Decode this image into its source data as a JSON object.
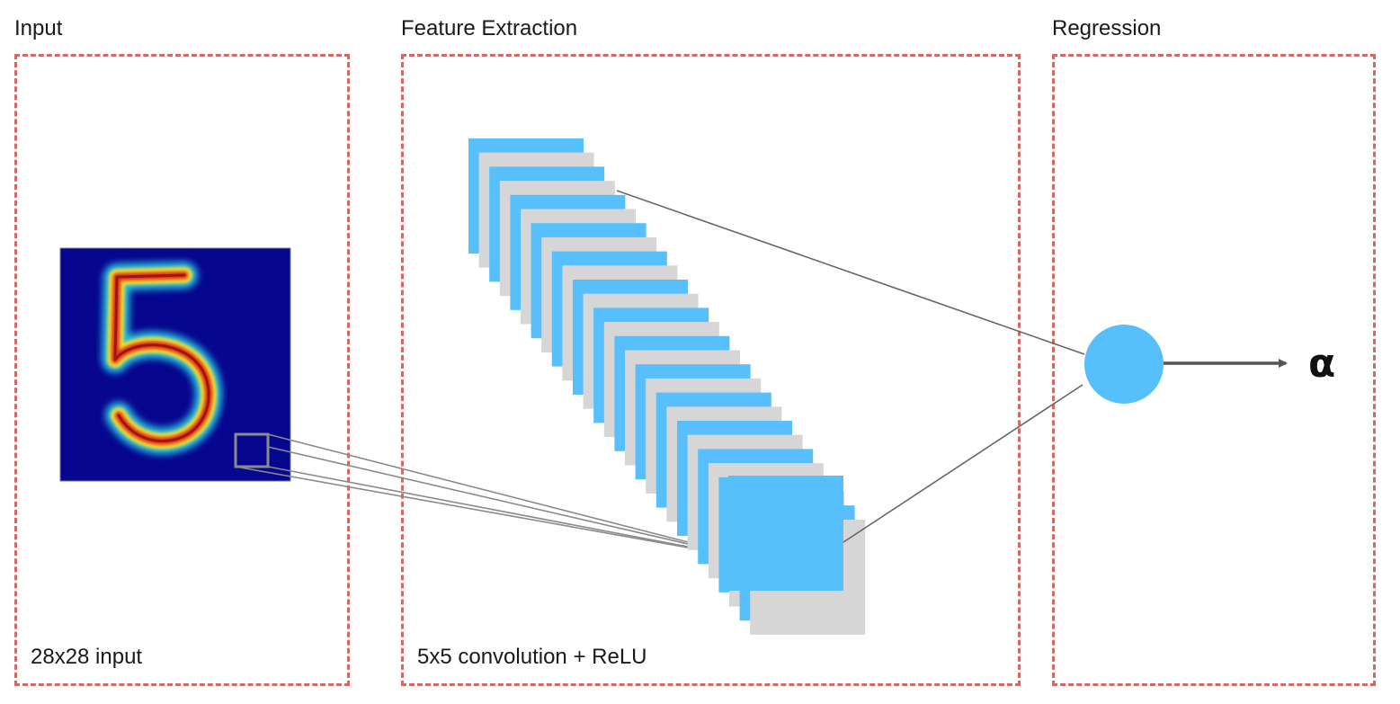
{
  "sections": {
    "input": {
      "title": "Input",
      "caption": "28x28 input"
    },
    "feature_extraction": {
      "title": "Feature Extraction",
      "caption": "5x5 convolution + ReLU"
    },
    "regression": {
      "title": "Regression",
      "output_symbol": "α"
    }
  },
  "digit_image": {
    "digit": "5"
  },
  "feature_maps": {
    "count": 28
  },
  "colors": {
    "panel_border": "#d06a68",
    "feature_map_blue": "#57bffc",
    "feature_map_gray": "#d6d6d6",
    "neuron": "#57bffc",
    "digit_background": "#07068f",
    "connector": "#7a7a7a",
    "arrow": "#555555"
  }
}
